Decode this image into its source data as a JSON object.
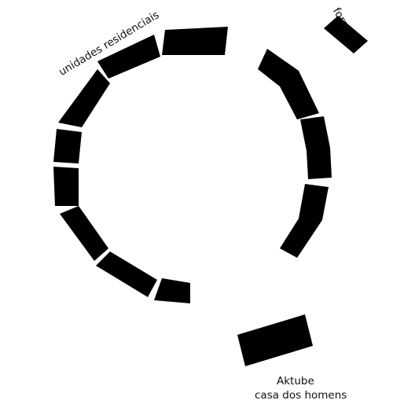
{
  "labels": {
    "residential_units": "unidades residenciais",
    "oven": "forno",
    "aktube": "Aktube",
    "mens_house": "casa dos homens"
  },
  "colors": {
    "building": "#000000",
    "background": "#ffffff",
    "text": "#111111"
  }
}
